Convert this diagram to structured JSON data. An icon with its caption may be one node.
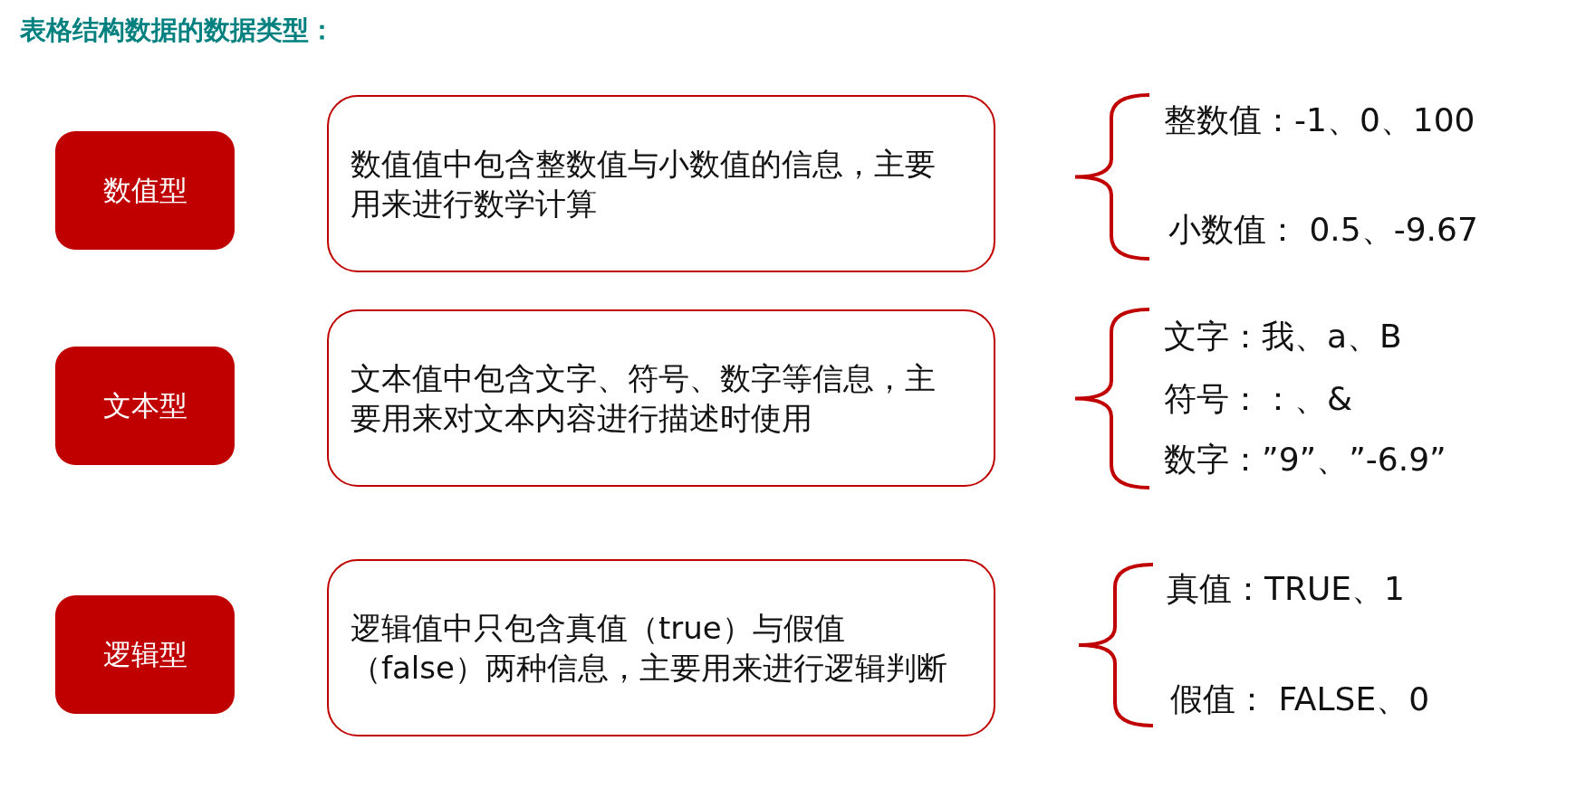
{
  "diagram": {
    "title": "表格结构数据的数据类型：",
    "nodes": [
      {
        "text": [
          "数值型"
        ]
      },
      {
        "text": [
          "文本型"
        ]
      },
      {
        "text": [
          "逻辑型"
        ]
      },
      {
        "text": [
          "数值值中包含整数值与小数值的信息，主要用来进行数学计算"
        ]
      },
      {
        "text": [
          "文本值中包含文字、符号、数字等信息，主要用来对文本内容进行描述时使用"
        ]
      },
      {
        "text": [
          "逻辑值中只包含真值（true）与假值（false）两种信息，主要用来进行逻辑判断"
        ]
      }
    ],
    "labels": [
      "整数值：-1、0、100",
      "小数值： 0.5、-9.67",
      "文字：我、a、B",
      "符号：：、&",
      "数字：”9”、”-6.9”",
      "真值：TRUE、1",
      "假值： FALSE、0"
    ]
  }
}
